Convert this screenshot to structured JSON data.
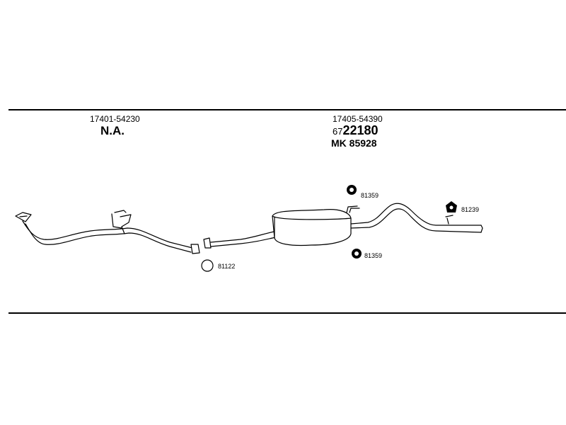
{
  "left_section": {
    "part_number": "17401-54230",
    "status": "N.A."
  },
  "right_section": {
    "part_number": "17405-54390",
    "code_prefix": "67",
    "code_main": "22180",
    "mk_code": "MK 85928"
  },
  "callouts": {
    "hanger_top": "81359",
    "hanger_bottom": "81359",
    "mount_rear": "81239",
    "gasket": "81122"
  }
}
